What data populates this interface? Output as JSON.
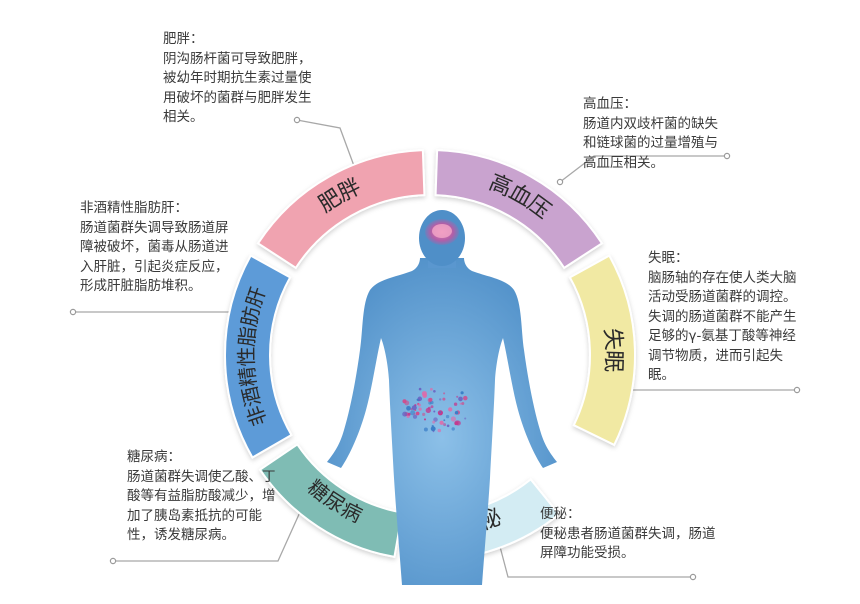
{
  "diagram": {
    "segments": [
      {
        "id": "obesity",
        "label": "肥胖",
        "color": "#f0a3b0"
      },
      {
        "id": "hypertension",
        "label": "高血压",
        "color": "#c9a3cf"
      },
      {
        "id": "insomnia",
        "label": "失眠",
        "color": "#f1e9a3"
      },
      {
        "id": "constipation",
        "label": "便秘",
        "color": "#d3ecf3"
      },
      {
        "id": "diabetes",
        "label": "糖尿病",
        "color": "#7fbcb4"
      },
      {
        "id": "nafld",
        "label": "非酒精性脂肪肝",
        "color": "#5d9bd8"
      }
    ],
    "notes": {
      "obesity": {
        "title": "肥胖：",
        "body": "阴沟肠杆菌可导致肥胖，被幼年时期抗生素过量使用破坏的菌群与肥胖发生相关。"
      },
      "hypertension": {
        "title": "高血压：",
        "body": "肠道内双歧杆菌的缺失和链球菌的过量增殖与高血压相关。"
      },
      "insomnia": {
        "title": "失眠：",
        "body": "脑肠轴的存在使人类大脑活动受肠道菌群的调控。失调的肠道菌群不能产生足够的γ-氨基丁酸等神经调节物质，进而引起失眠。"
      },
      "constipation": {
        "title": "便秘：",
        "body": "便秘患者肠道菌群失调，肠道屏障功能受损。"
      },
      "diabetes": {
        "title": "糖尿病：",
        "body": "肠道菌群失调使乙酸、丁酸等有益脂肪酸减少，增加了胰岛素抵抗的可能性，诱发糖尿病。"
      },
      "nafld": {
        "title": "非酒精性脂肪肝：",
        "body": "肠道菌群失调导致肠道屏障被破坏，菌毒从肠道进入肝脏，引起炎症反应，形成肝脏脂肪堆积。"
      }
    },
    "colors": {
      "body": "#4f8fc8",
      "body_light": "#8cc0e8",
      "line": "#a8a8a8"
    }
  }
}
